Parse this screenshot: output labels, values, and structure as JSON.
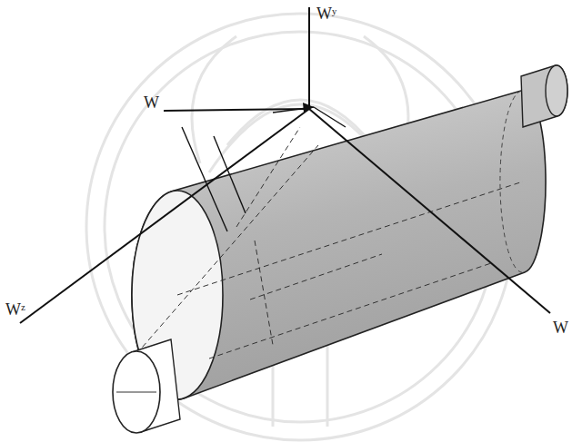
{
  "diagram": {
    "labels": [
      "Wʸ",
      "W",
      "Wᶻ",
      "W"
    ]
  }
}
